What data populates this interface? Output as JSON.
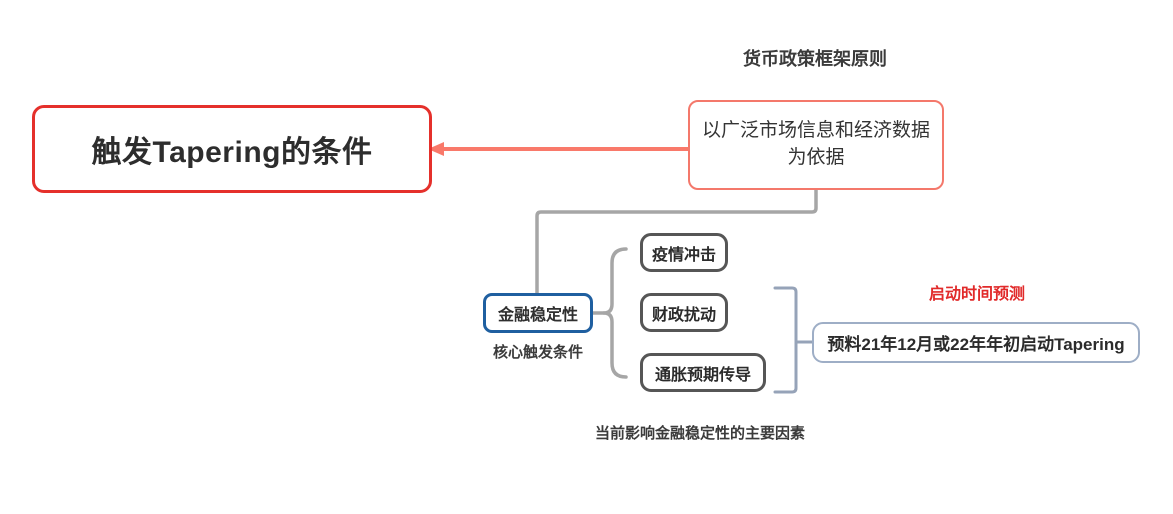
{
  "diagram": {
    "type": "mind-map",
    "background": "#ffffff",
    "root": {
      "text": "触发Tapering的条件",
      "border_color": "#e5302b"
    },
    "principle": {
      "caption": "货币政策框架原则",
      "text": "以广泛市场信息和经济数据为依据",
      "border_color": "#f4786b"
    },
    "stability": {
      "text": "金融稳定性",
      "caption": "核心触发条件",
      "border_color": "#1f5fa0"
    },
    "factors": {
      "caption": "当前影响金融稳定性的主要因素",
      "border_color": "#565656",
      "items": [
        {
          "text": "疫情冲击"
        },
        {
          "text": "财政扰动"
        },
        {
          "text": "通胀预期传导"
        }
      ]
    },
    "prediction": {
      "caption": "启动时间预测",
      "caption_color": "#e12a2a",
      "text": "预料21年12月或22年年初启动Tapering",
      "border_color": "#9eaec6"
    },
    "connectors": {
      "root_to_principle_color": "#f9796a",
      "principle_to_stability_color": "#a6a6a6",
      "stability_brace_color": "#a6a6a6",
      "factors_bracket_color": "#96a3b8"
    }
  }
}
